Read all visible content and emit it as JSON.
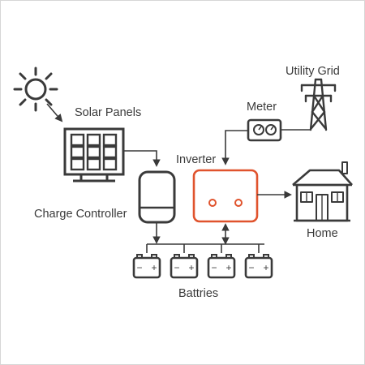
{
  "labels": {
    "solar_panels": "Solar Panels",
    "utility_grid": "Utility Grid",
    "meter": "Meter",
    "inverter": "Inverter",
    "charge_controller": "Charge Controller",
    "home": "Home",
    "battries": "Battries"
  },
  "battery_terminal_minus": "−",
  "battery_terminal_plus": "+",
  "colors": {
    "stroke": "#3a3a3a",
    "inverter_accent": "#e0532d",
    "border": "#d6d6d6"
  },
  "icons": [
    "sun-icon",
    "solar-panel-icon",
    "utility-tower-icon",
    "meter-icon",
    "charge-controller-icon",
    "inverter-icon",
    "house-icon",
    "battery-icon"
  ]
}
